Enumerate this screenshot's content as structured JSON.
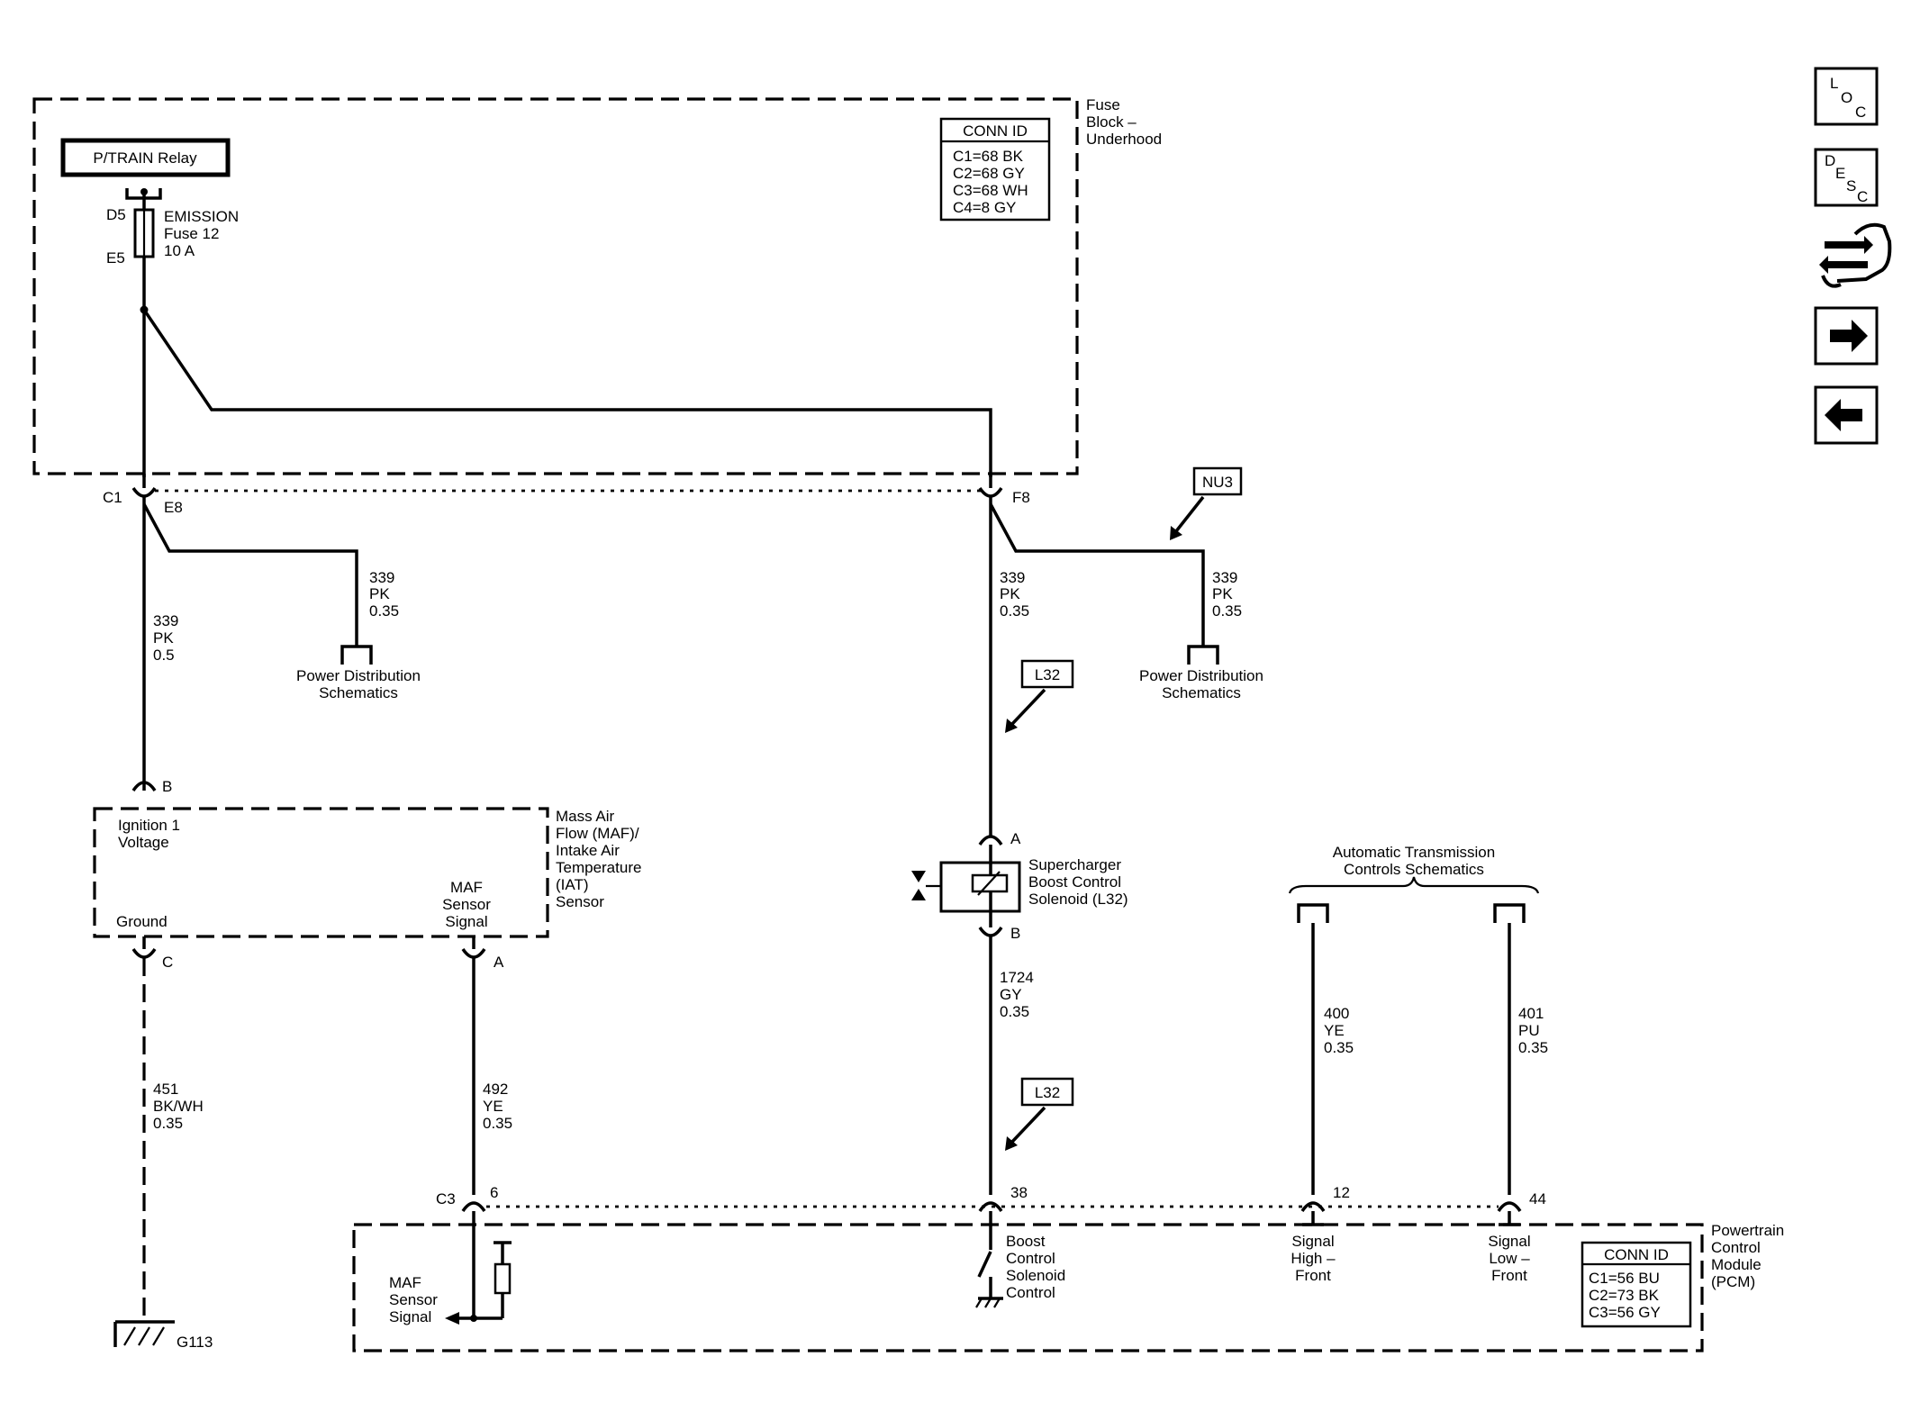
{
  "fuse_block": {
    "title": [
      "Fuse",
      "Block –",
      "Underhood"
    ],
    "conn_id": {
      "heading": "CONN ID",
      "rows": [
        "C1=68 BK",
        "C2=68 GY",
        "C3=68 WH",
        "C4=8 GY"
      ]
    },
    "relay_label": "P/TRAIN Relay",
    "fuse_pin_top": "D5",
    "fuse_pin_bottom": "E5",
    "fuse_label": [
      "EMISSION",
      "Fuse 12",
      "10 A"
    ],
    "connector_c1": "C1",
    "pin_e8": "E8",
    "pin_f8": "F8"
  },
  "wires": {
    "w339_maf": [
      "339",
      "PK",
      "0.5"
    ],
    "w339_pd_left": [
      "339",
      "PK",
      "0.35"
    ],
    "w339_solenoid": [
      "339",
      "PK",
      "0.35"
    ],
    "w339_pd_right": [
      "339",
      "PK",
      "0.35"
    ],
    "w451": [
      "451",
      "BK/WH",
      "0.35"
    ],
    "w492": [
      "492",
      "YE",
      "0.35"
    ],
    "w1724": [
      "1724",
      "GY",
      "0.35"
    ],
    "w400": [
      "400",
      "YE",
      "0.35"
    ],
    "w401": [
      "401",
      "PU",
      "0.35"
    ]
  },
  "power_distribution_left": [
    "Power Distribution",
    "Schematics"
  ],
  "power_distribution_right": [
    "Power Distribution",
    "Schematics"
  ],
  "option_tags": {
    "nu3": "NU3",
    "l32_upper": "L32",
    "l32_lower": "L32"
  },
  "maf_sensor": {
    "title": [
      "Mass Air",
      "Flow (MAF)/",
      "Intake Air",
      "Temperature",
      "(IAT)",
      "Sensor"
    ],
    "ignition_label": [
      "Ignition 1",
      "Voltage"
    ],
    "ground_label": "Ground",
    "signal_label": [
      "MAF",
      "Sensor",
      "Signal"
    ],
    "pin_b": "B",
    "pin_c": "C",
    "pin_a": "A"
  },
  "ground": {
    "label": "G113"
  },
  "solenoid": {
    "label": [
      "Supercharger",
      "Boost Control",
      "Solenoid (L32)"
    ],
    "pin_a": "A",
    "pin_b": "B"
  },
  "atc_schematics": [
    "Automatic Transmission",
    "Controls Schematics"
  ],
  "pcm": {
    "title": [
      "Powertrain",
      "Control",
      "Module",
      "(PCM)"
    ],
    "conn_id": {
      "heading": "CONN ID",
      "rows": [
        "C1=56 BU",
        "C2=73 BK",
        "C3=56 GY"
      ]
    },
    "connector_c3": "C3",
    "pin_6": "6",
    "pin_38": "38",
    "pin_12": "12",
    "pin_44": "44",
    "maf_signal": [
      "MAF",
      "Sensor",
      "Signal"
    ],
    "boost_control": [
      "Boost",
      "Control",
      "Solenoid",
      "Control"
    ],
    "signal_high": [
      "Signal",
      "High –",
      "Front"
    ],
    "signal_low": [
      "Signal",
      "Low –",
      "Front"
    ]
  },
  "nav": {
    "loc_icon": [
      "L",
      "O",
      "C"
    ],
    "desc_icon": [
      "D",
      "E",
      "S",
      "C"
    ]
  }
}
